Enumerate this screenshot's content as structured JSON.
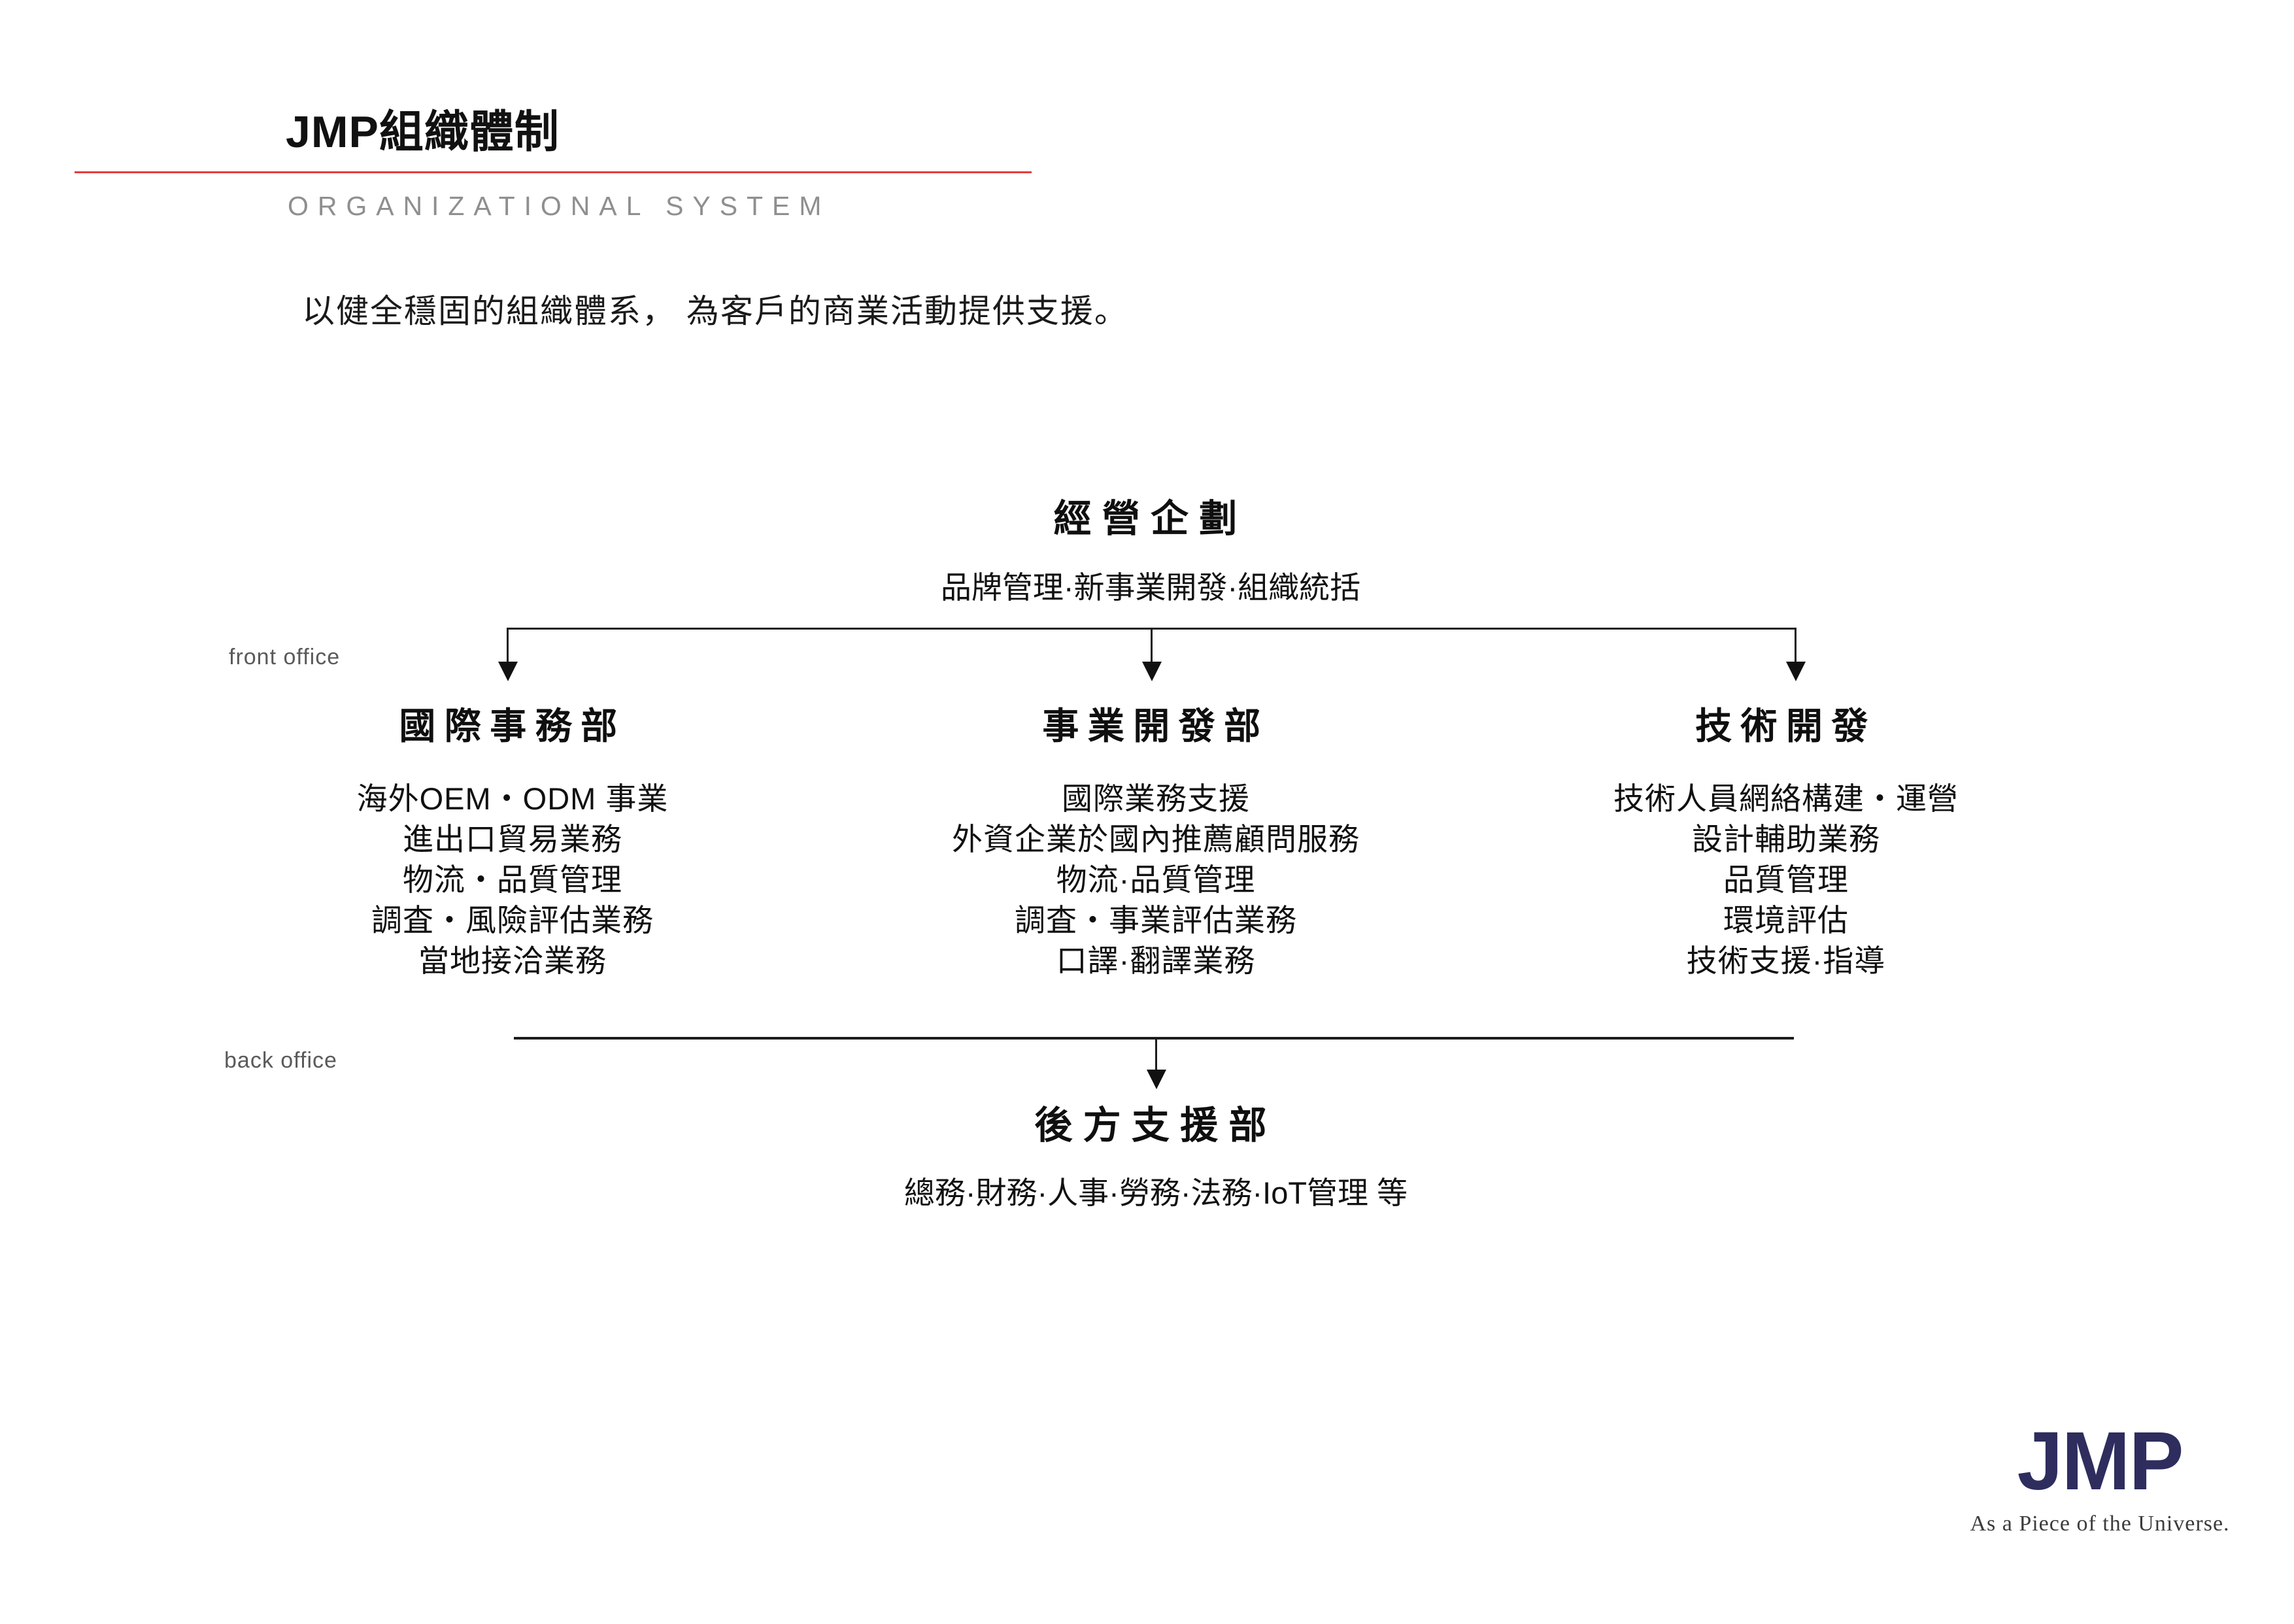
{
  "page": {
    "title": "JMP組織體制",
    "subtitle": "ORGANIZATIONAL SYSTEM",
    "description": "以健全穩固的組織體系， 為客戶的商業活動提供支援。"
  },
  "labels": {
    "front_office": "front office",
    "back_office": "back office"
  },
  "org": {
    "root": {
      "title": "經營企劃",
      "subtitle": "品牌管理·新事業開發·組織統括"
    },
    "columns": [
      {
        "title": "國際事務部",
        "items": [
          "海外OEM・ODM 事業",
          "進出口貿易業務",
          "物流・品質管理",
          "調査・風險評估業務",
          "當地接洽業務"
        ]
      },
      {
        "title": "事業開發部",
        "items": [
          "國際業務支援",
          "外資企業於國內推薦顧問服務",
          "物流·品質管理",
          "調査・事業評估業務",
          "口譯·翻譯業務"
        ]
      },
      {
        "title": "技術開發",
        "items": [
          "技術人員網絡構建・運營",
          "設計輔助業務",
          "品質管理",
          "環境評估",
          "技術支援·指導"
        ]
      }
    ],
    "back": {
      "title": "後方支援部",
      "subtitle": "總務·財務·人事·勞務·法務·IoT管理 等"
    }
  },
  "logo": {
    "text": "JMP",
    "tagline": "As a Piece of the Universe."
  },
  "colors": {
    "accent_red": "#e23d3d",
    "line_black": "#1c1c1c",
    "muted_gray": "#8f8f8f",
    "label_gray": "#5a5a5a",
    "logo_navy": "#2e2d5e"
  }
}
